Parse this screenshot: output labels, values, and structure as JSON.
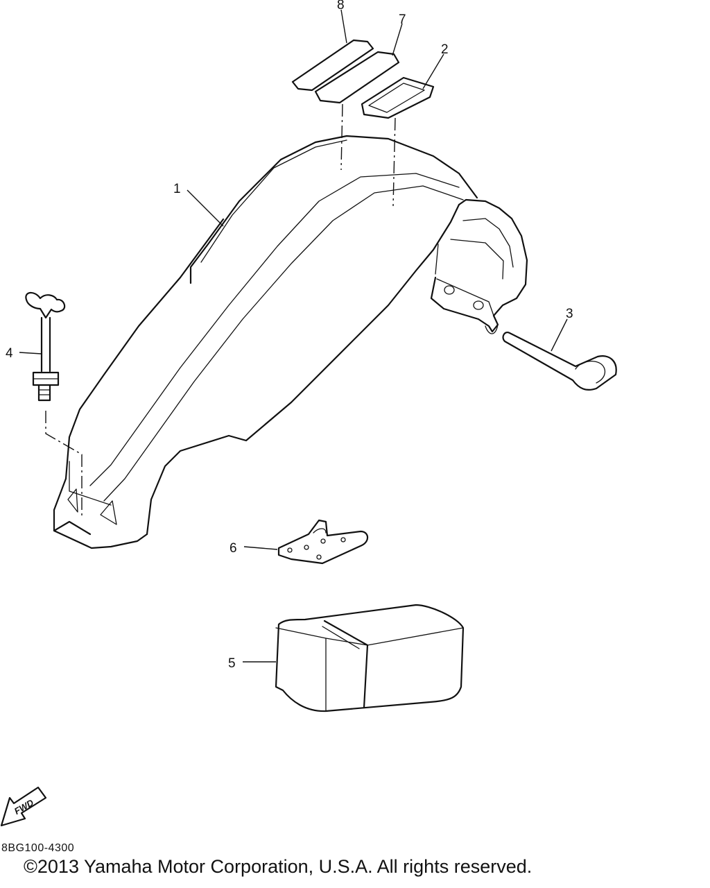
{
  "callouts": [
    "1",
    "2",
    "3",
    "4",
    "5",
    "6",
    "7",
    "8"
  ],
  "fwd_label": "FWD",
  "footer": {
    "part_code": "8BG100-4300",
    "copyright": "©2013 Yamaha Motor Corporation, U.S.A. All rights reserved."
  }
}
